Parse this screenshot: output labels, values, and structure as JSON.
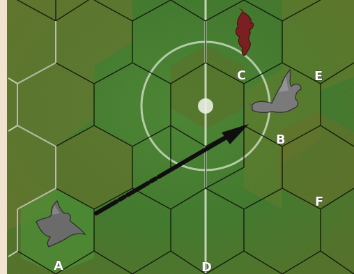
{
  "board": {
    "hex_labels": {
      "A": "A",
      "B": "B",
      "C": "C",
      "D": "D",
      "E": "E",
      "F": "F"
    },
    "pieces": [
      {
        "name": "grey-dragon-a",
        "color": "#6b6b6b",
        "icon": "dragon-icon"
      },
      {
        "name": "grey-dragon-b",
        "color": "#7a7a7a",
        "icon": "dragon-icon"
      },
      {
        "name": "red-dragon",
        "color": "#7a1f22",
        "icon": "dragon-icon"
      }
    ],
    "colors": {
      "grass_light": "#4e8a34",
      "grass_dark": "#6e7a2e",
      "field_line": "#d9e6d1",
      "arrow": "#0f0f0f",
      "border": "#f2e3d0"
    }
  }
}
